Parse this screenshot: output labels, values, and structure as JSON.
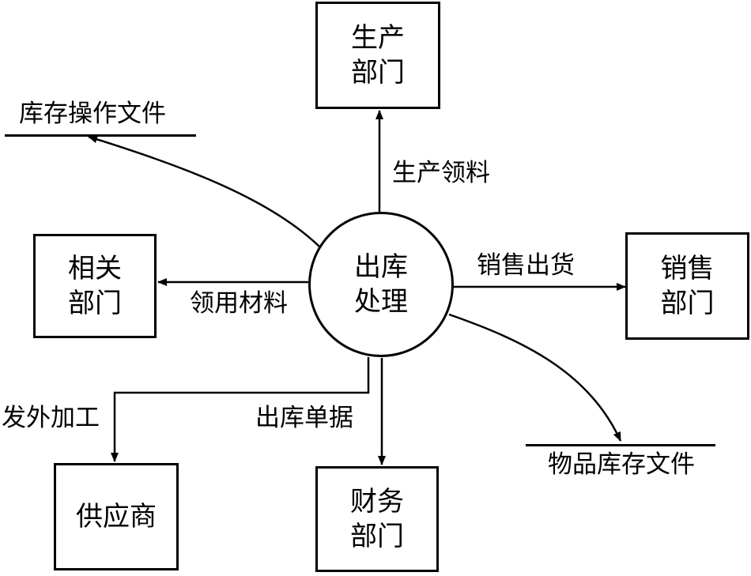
{
  "process": {
    "line1": "出库",
    "line2": "处理"
  },
  "entities": {
    "production": {
      "line1": "生产",
      "line2": "部门"
    },
    "related": {
      "line1": "相关",
      "line2": "部门"
    },
    "sales": {
      "line1": "销售",
      "line2": "部门"
    },
    "supplier": {
      "line1": "供应商"
    },
    "finance": {
      "line1": "财务",
      "line2": "部门"
    }
  },
  "stores": {
    "stock_operation_file": "库存操作文件",
    "item_stock_file": "物品库存文件"
  },
  "flows": {
    "production_picking": "生产领料",
    "material_requisition": "领用材料",
    "sales_shipment": "销售出货",
    "outsourcing": "发外加工",
    "delivery_note": "出库单据"
  }
}
